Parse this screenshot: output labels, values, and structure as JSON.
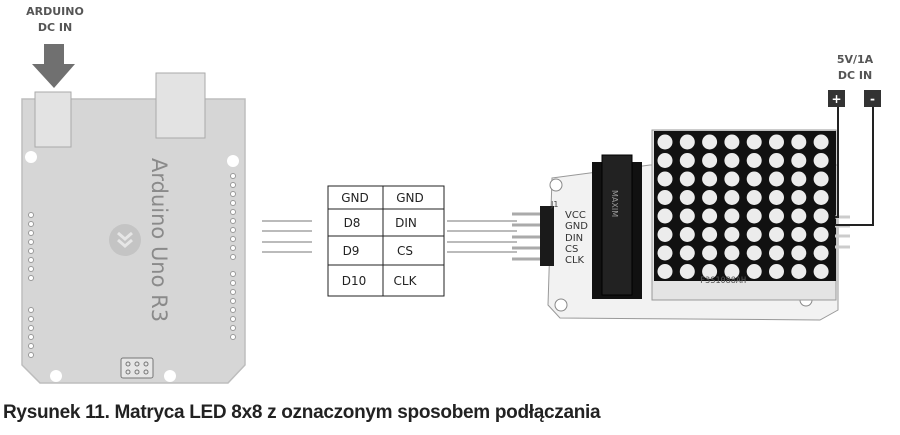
{
  "arduino": {
    "power_label_line1": "ARDUINO",
    "power_label_line2": "DC IN",
    "board_label": "Arduino Uno R3"
  },
  "module": {
    "power_label_line1": "5V/1A",
    "power_label_line2": "DC IN",
    "plus_label": "+",
    "minus_label": "-",
    "header_id": "J1",
    "pin_labels": [
      "VCC",
      "GND",
      "DIN",
      "CS",
      "CLK"
    ],
    "matrix_label": "F3S1088AH",
    "chip_label": "MAXIM"
  },
  "wiring_table": {
    "rows": [
      [
        "GND",
        "GND"
      ],
      [
        "D8",
        "DIN"
      ],
      [
        "D9",
        "CS"
      ],
      [
        "D10",
        "CLK"
      ]
    ]
  },
  "caption": "Rysunek 11. Matryca LED 8x8 z oznaczonym sposobem podłączania"
}
